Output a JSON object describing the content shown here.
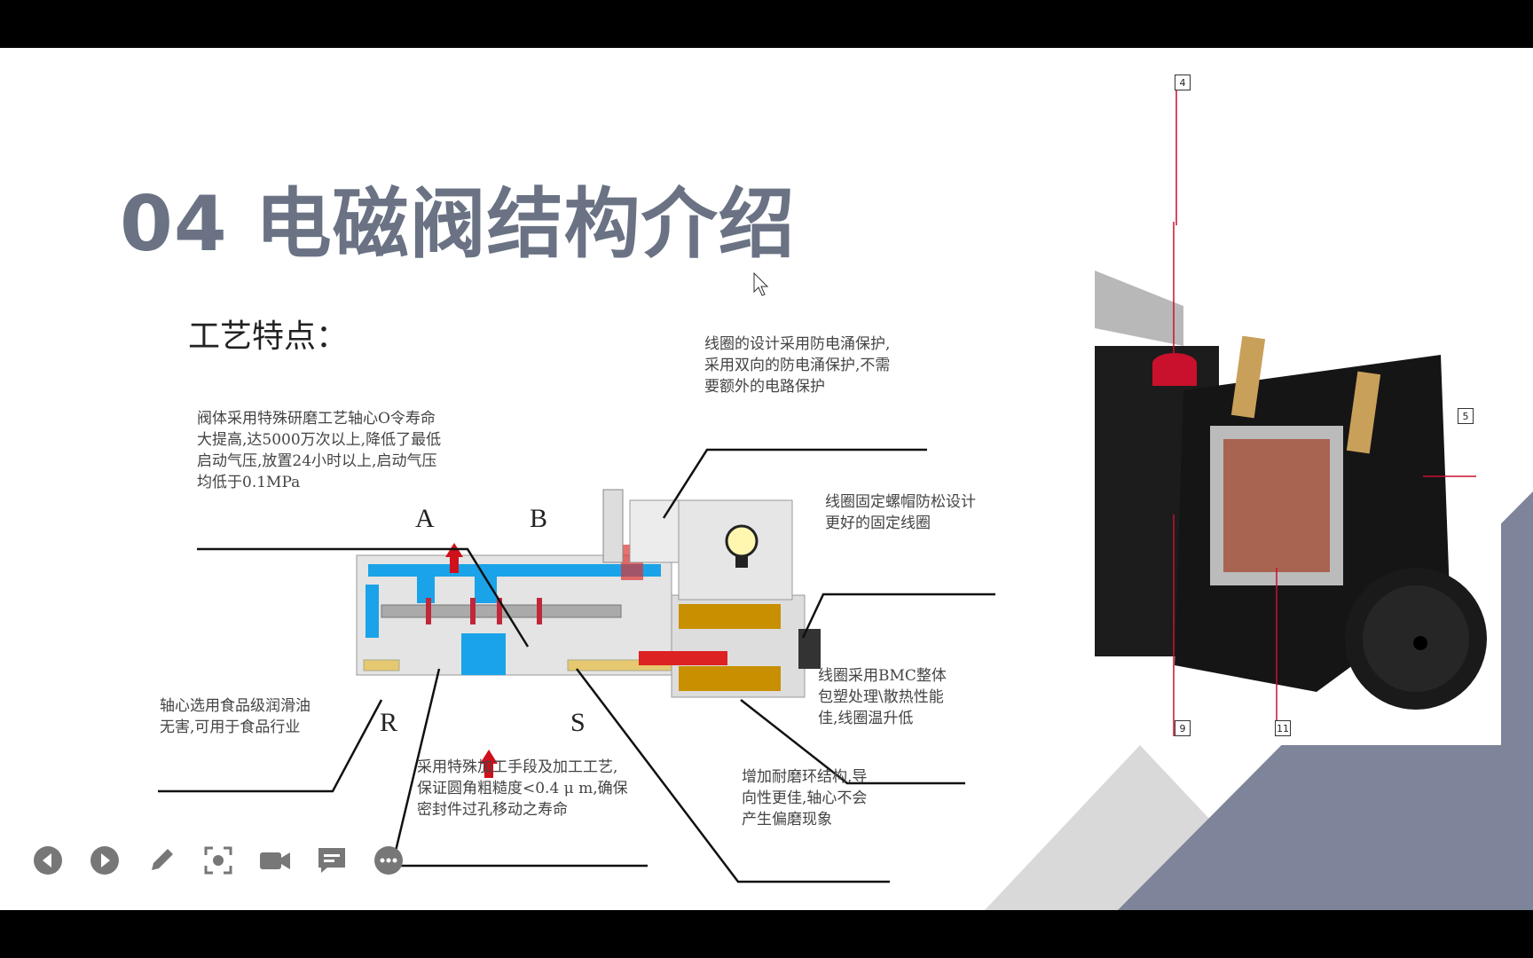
{
  "slide": {
    "title": "04 电磁阀结构介绍",
    "subtitle": "工艺特点：",
    "notes": {
      "top_left": "阀体采用特殊研磨工艺轴心O令寿命\n大提高,达5000万次以上,降低了最低\n启动气压,放置24小时以上,启动气压\n均低于0.1MPa",
      "top_right": "线圈的设计采用防电涌保护,\n采用双向的防电涌保护,不需\n要额外的电路保护",
      "right_mid": "线圈固定螺帽防松设计\n更好的固定线圈",
      "right_low": "线圈采用BMC整体\n包塑处理\\散热性能\n佳,线圈温升低",
      "left_low": "轴心选用食品级润滑油\n无害,可用于食品行业",
      "bottom_mid": "采用特殊加工手段及加工工艺,\n保证圆角粗糙度<0.4 μ m,确保\n密封件过孔移动之寿命",
      "bottom_right": "增加耐磨环结构,导\n向性更佳,轴心不会\n产生偏磨现象"
    },
    "ports": {
      "a": "A",
      "b": "B",
      "r": "R",
      "s": "S"
    },
    "photo_tags": [
      "4",
      "5",
      "9",
      "11"
    ],
    "colors": {
      "title": "#6a7284",
      "flow": "#1aa3e8",
      "arrow": "#d0101a",
      "triangle_dark": "#7e8499",
      "triangle_light": "#d9d9d9"
    }
  },
  "toolbar": {
    "icons": [
      "previous-icon",
      "next-icon",
      "pen-icon",
      "screenshot-icon",
      "camera-icon",
      "comment-icon",
      "more-icon"
    ]
  }
}
